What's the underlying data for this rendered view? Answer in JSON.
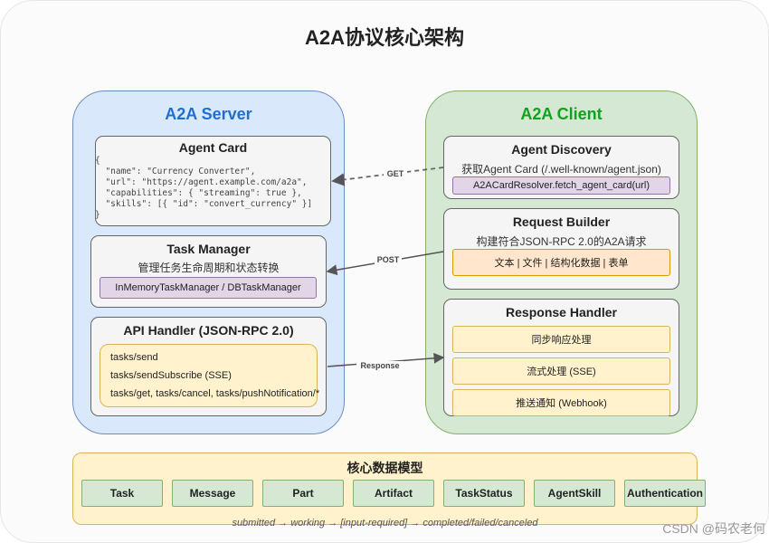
{
  "title": "A2A协议核心架构",
  "server": {
    "title": "A2A Server",
    "agent_card": {
      "title": "Agent Card",
      "lines": [
        "{",
        "  \"name\": \"Currency Converter\",",
        "  \"url\": \"https://agent.example.com/a2a\",",
        "  \"capabilities\": { \"streaming\": true },",
        "  \"skills\": [{ \"id\": \"convert_currency\" }]",
        "}"
      ]
    },
    "task_manager": {
      "title": "Task Manager",
      "subtitle": "管理任务生命周期和状态转换",
      "impl": "InMemoryTaskManager / DBTaskManager"
    },
    "api_handler": {
      "title": "API Handler (JSON-RPC 2.0)",
      "methods": [
        "tasks/send",
        "tasks/sendSubscribe (SSE)",
        "tasks/get, tasks/cancel, tasks/pushNotification/*"
      ]
    }
  },
  "client": {
    "title": "A2A Client",
    "discovery": {
      "title": "Agent Discovery",
      "subtitle": "获取Agent Card (/.well-known/agent.json)",
      "method": "A2ACardResolver.fetch_agent_card(url)"
    },
    "request_builder": {
      "title": "Request Builder",
      "subtitle": "构建符合JSON-RPC 2.0的A2A请求",
      "parts": "文本 | 文件 | 结构化数据 | 表单"
    },
    "response_handler": {
      "title": "Response Handler",
      "items": [
        "同步响应处理",
        "流式处理 (SSE)",
        "推送通知 (Webhook)"
      ]
    }
  },
  "arrows": {
    "get": "GET",
    "post": "POST",
    "response": "Response"
  },
  "data_model": {
    "title": "核心数据模型",
    "items": [
      "Task",
      "Message",
      "Part",
      "Artifact",
      "TaskStatus",
      "AgentSkill",
      "Authentication"
    ],
    "lifecycle": "submitted → working → [input-required] → completed/failed/canceled"
  },
  "watermark": "CSDN @码农老何",
  "colors": {
    "server_title": "#1f6fd1",
    "client_title": "#11a11a",
    "server_fill": "#dae8fc",
    "client_fill": "#d5e8d4",
    "model_fill": "#fff2cc"
  }
}
